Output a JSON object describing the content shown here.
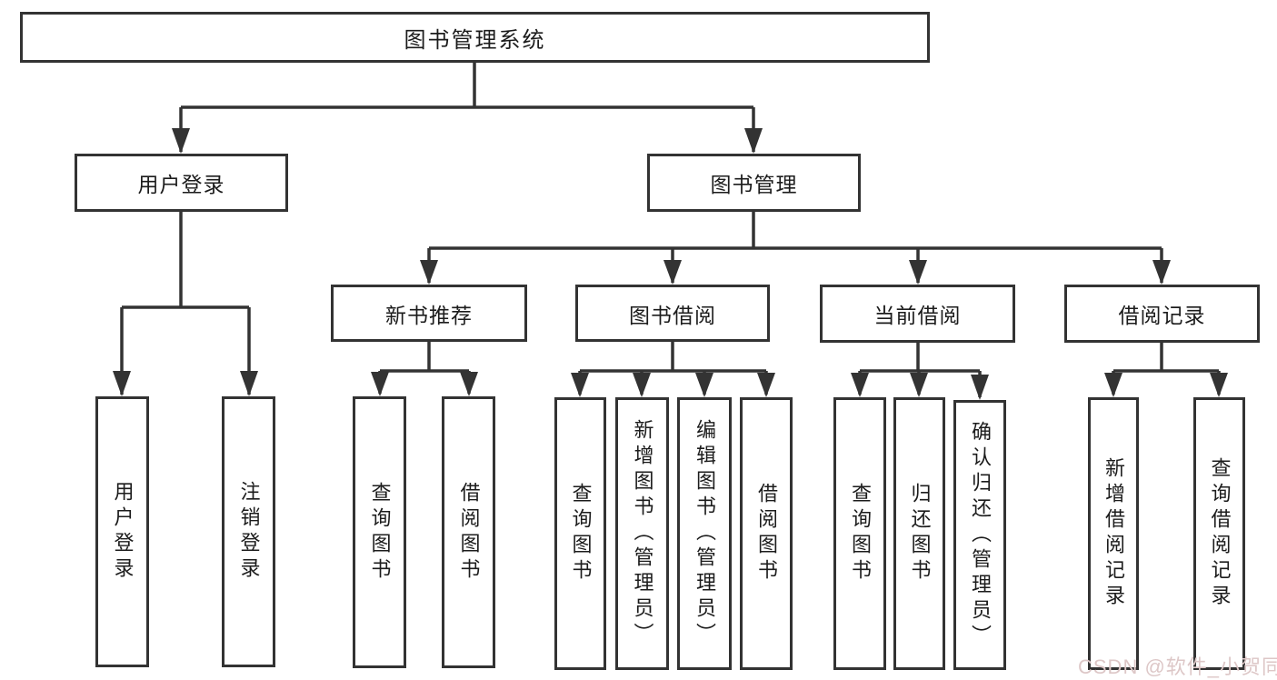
{
  "diagram": {
    "title": "图书管理系统",
    "type": "function-structure-tree",
    "colors": {
      "line": "#333333",
      "box_border": "#333333",
      "box_fill": "#ffffff",
      "text": "#1c1c1c",
      "background": "#ffffff",
      "watermark": "#ddc7c7"
    },
    "watermark": "CSDN @软件_小贺同学",
    "nodes": {
      "root": "图书管理系统",
      "user_login": "用户登录",
      "book_mgmt": "图书管理",
      "new_book_rec": "新书推荐",
      "book_borrow": "图书借阅",
      "current_borrow": "当前借阅",
      "borrow_records": "借阅记录",
      "user_login_leaf": "用户登录",
      "logout_leaf": "注销登录",
      "query_book_1": "查询图书",
      "borrow_book_1": "借阅图书",
      "query_book_2": "查询图书",
      "add_book_admin": "新增图书（管理员）",
      "edit_book_admin": "编辑图书（管理员）",
      "borrow_book_2": "借阅图书",
      "query_book_3": "查询图书",
      "return_book": "归还图书",
      "confirm_return_admin": "确认归还（管理员）",
      "add_borrow_record": "新增借阅记录",
      "query_borrow_record": "查询借阅记录"
    },
    "hierarchy": {
      "图书管理系统": {
        "用户登录": [
          "用户登录",
          "注销登录"
        ],
        "图书管理": {
          "新书推荐": [
            "查询图书",
            "借阅图书"
          ],
          "图书借阅": [
            "查询图书",
            "新增图书（管理员）",
            "编辑图书（管理员）",
            "借阅图书"
          ],
          "当前借阅": [
            "查询图书",
            "归还图书",
            "确认归还（管理员）"
          ],
          "借阅记录": [
            "新增借阅记录",
            "查询借阅记录"
          ]
        }
      }
    }
  }
}
